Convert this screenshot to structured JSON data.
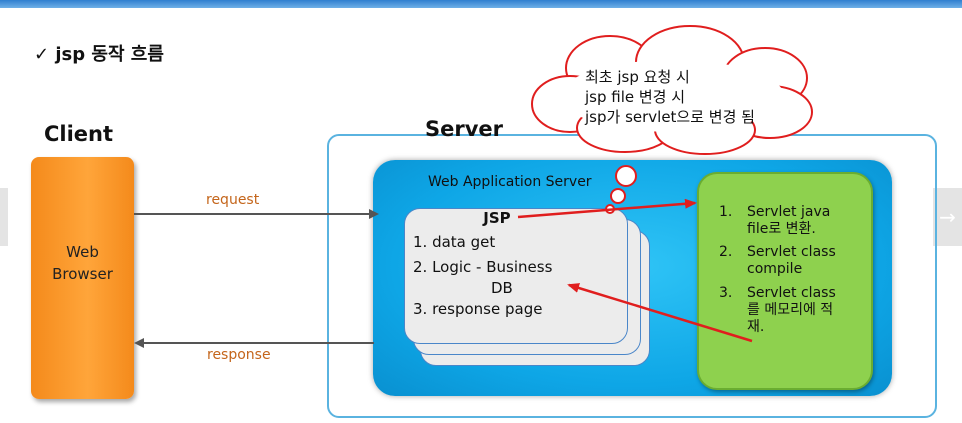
{
  "heading": "✓ jsp 동작 흐름",
  "client": {
    "title": "Client",
    "browser_line1": "Web",
    "browser_line2": "Browser"
  },
  "server": {
    "title": "Server",
    "was_label": "Web Application Server"
  },
  "jsp_box": {
    "title": "JSP",
    "lines": [
      "1. data get",
      "2. Logic - Business",
      "DB",
      "3. response page"
    ]
  },
  "servlet_steps": [
    {
      "num": "1.",
      "lines": [
        "Servlet java",
        "file로 변환."
      ]
    },
    {
      "num": "2.",
      "lines": [
        "Servlet class",
        "compile"
      ]
    },
    {
      "num": "3.",
      "lines": [
        "Servlet class",
        "를 메모리에 적",
        "재."
      ]
    }
  ],
  "cloud": {
    "lines": [
      "최초 jsp 요청 시",
      "jsp file 변경 시",
      "jsp가 servlet으로 변경 됨"
    ]
  },
  "arrows": {
    "request": "request",
    "response": "response"
  },
  "nav": {
    "next_icon": "→"
  },
  "colors": {
    "browser": "#ffa53a",
    "was": "#0ea6e6",
    "servlet_box": "#8ed14e",
    "flow_arrow": "#e01e1e",
    "cloud_outline": "#e01e1e",
    "frame": "#5ab3e0"
  }
}
